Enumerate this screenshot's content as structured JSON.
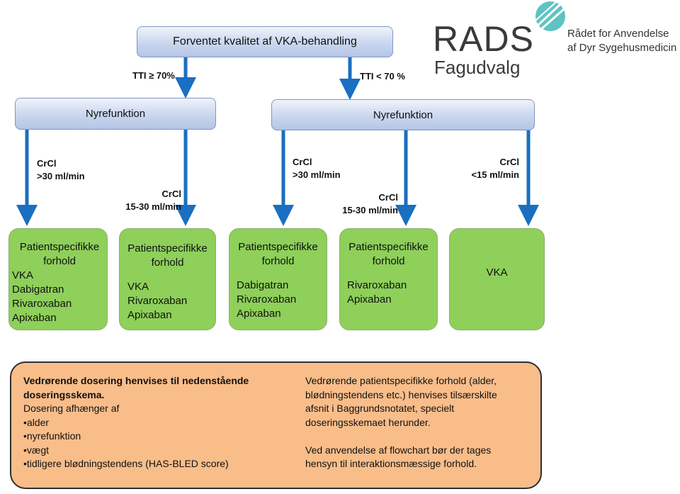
{
  "header": {
    "logo_title": "RADS",
    "logo_subtitle": "Fagudvalg",
    "org_line1": "Rådet for Anvendelse",
    "org_line2": "af Dyr Sygehusmedicin"
  },
  "flow": {
    "top_title": "Forventet kvalitet af VKA-behandling",
    "branch_left_label": "TTI ≥ 70%",
    "branch_right_label": "TTI < 70 %",
    "renal_left": "Nyrefunktion",
    "renal_right": "Nyrefunktion",
    "crcl_labels": [
      {
        "line1": "CrCl",
        "line2": ">30  ml/min"
      },
      {
        "line1": "CrCl",
        "line2": "15-30 ml/min"
      },
      {
        "line1": "CrCl",
        "line2": ">30 ml/min"
      },
      {
        "line1": "CrCl",
        "line2": "15-30  ml/min"
      },
      {
        "line1": "CrCl",
        "line2": "<15 ml/min"
      }
    ],
    "outcomes": [
      {
        "head1": "Patientspecifikke",
        "head2": "forhold",
        "items": [
          "VKA",
          "Dabigatran",
          "Rivaroxaban",
          "Apixaban"
        ]
      },
      {
        "head1": "Patientspecifikke",
        "head2": "forhold",
        "items": [
          "VKA",
          "Rivaroxaban",
          "Apixaban"
        ]
      },
      {
        "head1": "Patientspecifikke",
        "head2": "forhold",
        "items": [
          "Dabigatran",
          "Rivaroxaban",
          "Apixaban"
        ]
      },
      {
        "head1": "Patientspecifikke",
        "head2": "forhold",
        "items": [
          "Rivaroxaban",
          "Apixaban"
        ]
      },
      {
        "head1": "",
        "head2": "",
        "items": [
          "VKA"
        ]
      }
    ]
  },
  "note": {
    "left_bold1": "Vedrørende dosering henvises til nedenstående",
    "left_bold2": "doseringsskema.",
    "left_intro": "Dosering afhænger af",
    "left_bullets": [
      "•alder",
      "•nyrefunktion",
      "•vægt",
      "•tidligere blødningstendens (HAS-BLED score)"
    ],
    "right_lines": [
      "Vedrørende patientspecifikke forhold (alder,",
      "blødningstendens etc.) henvises tilsærskilte",
      "afsnit i Baggrundsnotatet, specielt",
      "doseringsskemaet herunder.",
      "",
      "Ved anvendelse af flowchart bør der tages",
      "hensyn til interaktionsmæssige forhold."
    ]
  },
  "colors": {
    "arrow": "#1a6fc0",
    "green": "#8ed05a",
    "note_fill": "#f9bd8a",
    "logo_teal": "#5fc3c3"
  }
}
